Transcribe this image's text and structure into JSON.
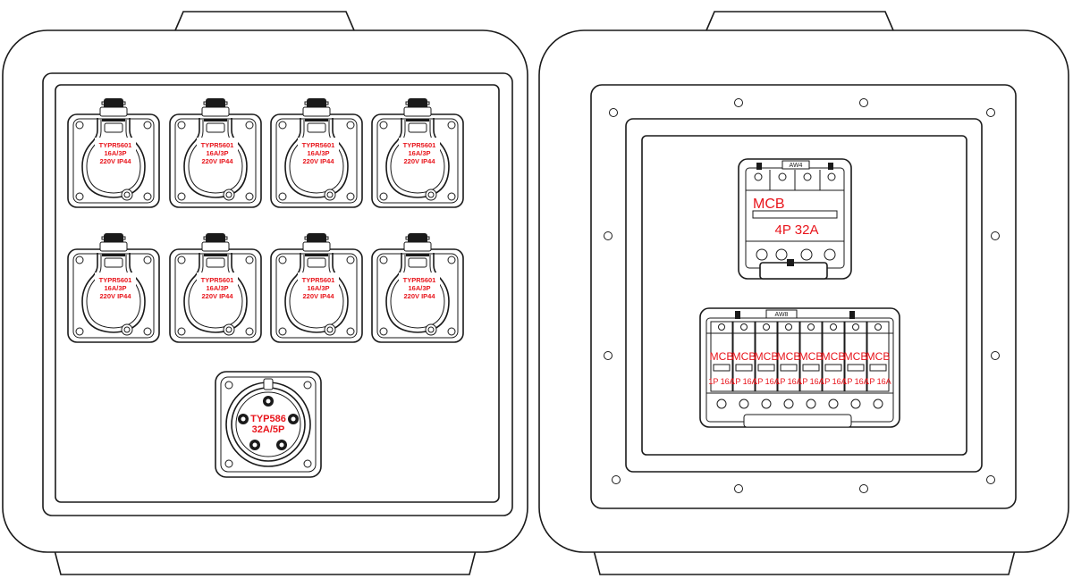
{
  "socket_label": {
    "line1": "TYPR5601",
    "line2": "16A/3P",
    "line3": "220V IP44"
  },
  "inlet_label": {
    "line1": "TYP586",
    "line2": "32A/5P"
  },
  "main_breaker": {
    "tag": "AW4",
    "title": "MCB",
    "rating": "4P 32A"
  },
  "branch_breakers": {
    "tag": "AW8",
    "title": "MCB",
    "rating": "1P 16A"
  }
}
